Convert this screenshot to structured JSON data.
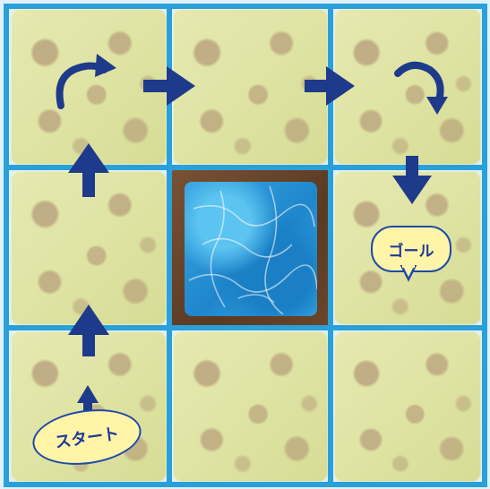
{
  "board": {
    "rows": 3,
    "cols": 3,
    "tiles": [
      {
        "row": 0,
        "col": 0,
        "terrain": "grass"
      },
      {
        "row": 0,
        "col": 1,
        "terrain": "grass"
      },
      {
        "row": 0,
        "col": 2,
        "terrain": "grass"
      },
      {
        "row": 1,
        "col": 0,
        "terrain": "grass"
      },
      {
        "row": 1,
        "col": 1,
        "terrain": "water"
      },
      {
        "row": 1,
        "col": 2,
        "terrain": "grass"
      },
      {
        "row": 2,
        "col": 0,
        "terrain": "grass"
      },
      {
        "row": 2,
        "col": 1,
        "terrain": "grass"
      },
      {
        "row": 2,
        "col": 2,
        "terrain": "grass"
      }
    ]
  },
  "labels": {
    "start": "スタート",
    "goal": "ゴール"
  },
  "path": {
    "moves": [
      "up",
      "up",
      "turn-right",
      "right",
      "right",
      "turn-right",
      "down"
    ]
  },
  "colors": {
    "arrow": "#1e3a8a",
    "grid_line": "#2aa0da",
    "bubble_fill": "#fff4a8",
    "bubble_border": "#1e4aa8",
    "grass": "#e0e4a6",
    "water": "#2b95d6",
    "pond_frame": "#6b4629"
  }
}
